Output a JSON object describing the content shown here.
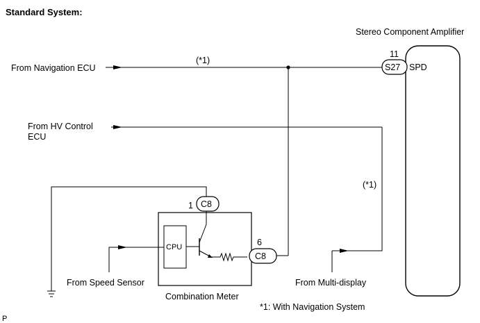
{
  "title": "Standard System:",
  "amplifier": {
    "name": "Stereo Component Amplifier",
    "pin_number": "11",
    "connector": "S27",
    "terminal": "SPD"
  },
  "sources": {
    "navigation_ecu": "From Navigation ECU",
    "hv_control_ecu_line1": "From HV Control",
    "hv_control_ecu_line2": "ECU",
    "speed_sensor": "From Speed Sensor",
    "multi_display": "From Multi-display"
  },
  "notes": {
    "nav_line_mark": "(*1)",
    "multi_display_mark": "(*1)",
    "footnote": "*1: With Navigation System"
  },
  "combination_meter": {
    "name": "Combination Meter",
    "cpu_label": "CPU",
    "upper_pin_number": "1",
    "upper_connector": "C8",
    "output_pin_number": "6",
    "output_connector": "C8"
  },
  "corner_mark": "P"
}
